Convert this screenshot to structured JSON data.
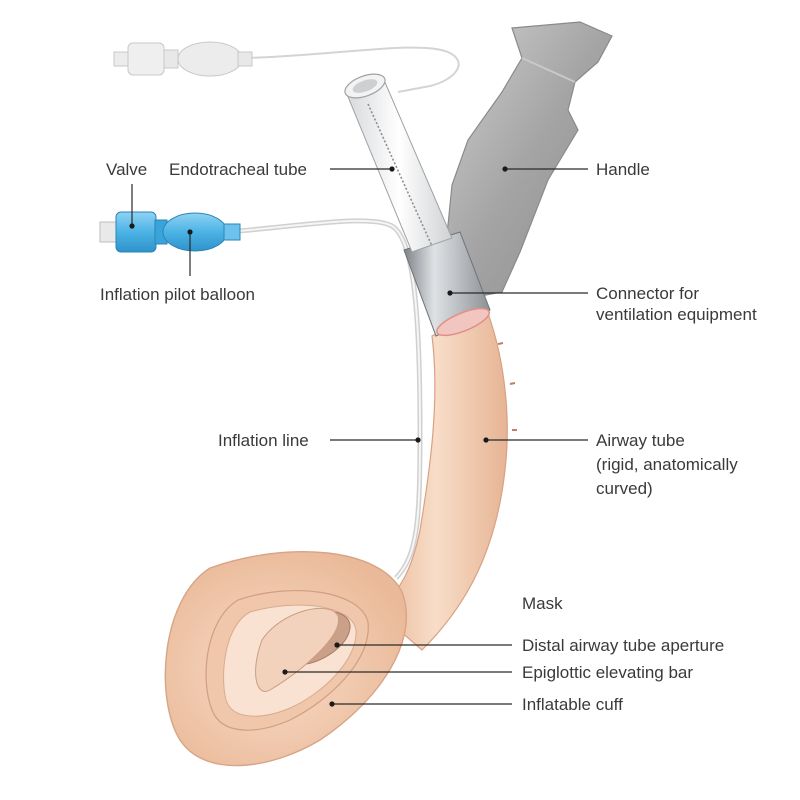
{
  "labels": {
    "valve": "Valve",
    "endotracheal_tube": "Endotracheal tube",
    "handle": "Handle",
    "inflation_pilot_balloon": "Inflation pilot balloon",
    "connector_line1": "Connector for",
    "connector_line2": "ventilation equipment",
    "inflation_line": "Inflation line",
    "airway_tube_line1": "Airway tube",
    "airway_tube_line2": "(rigid, anatomically",
    "airway_tube_line3": "curved)",
    "mask_heading": "Mask",
    "distal_aperture": "Distal airway tube aperture",
    "epiglottic_bar": "Epiglottic elevating bar",
    "inflatable_cuff": "Inflatable cuff"
  },
  "colors": {
    "airway_tube": "#f4d3b8",
    "airway_outline": "#d9a184",
    "handle": "#a9a9a9",
    "connector": "#9fa3a8",
    "valve": "#54b6e6",
    "ghost_valve": "#e4e4e4",
    "leader": "#2a2a2a"
  }
}
